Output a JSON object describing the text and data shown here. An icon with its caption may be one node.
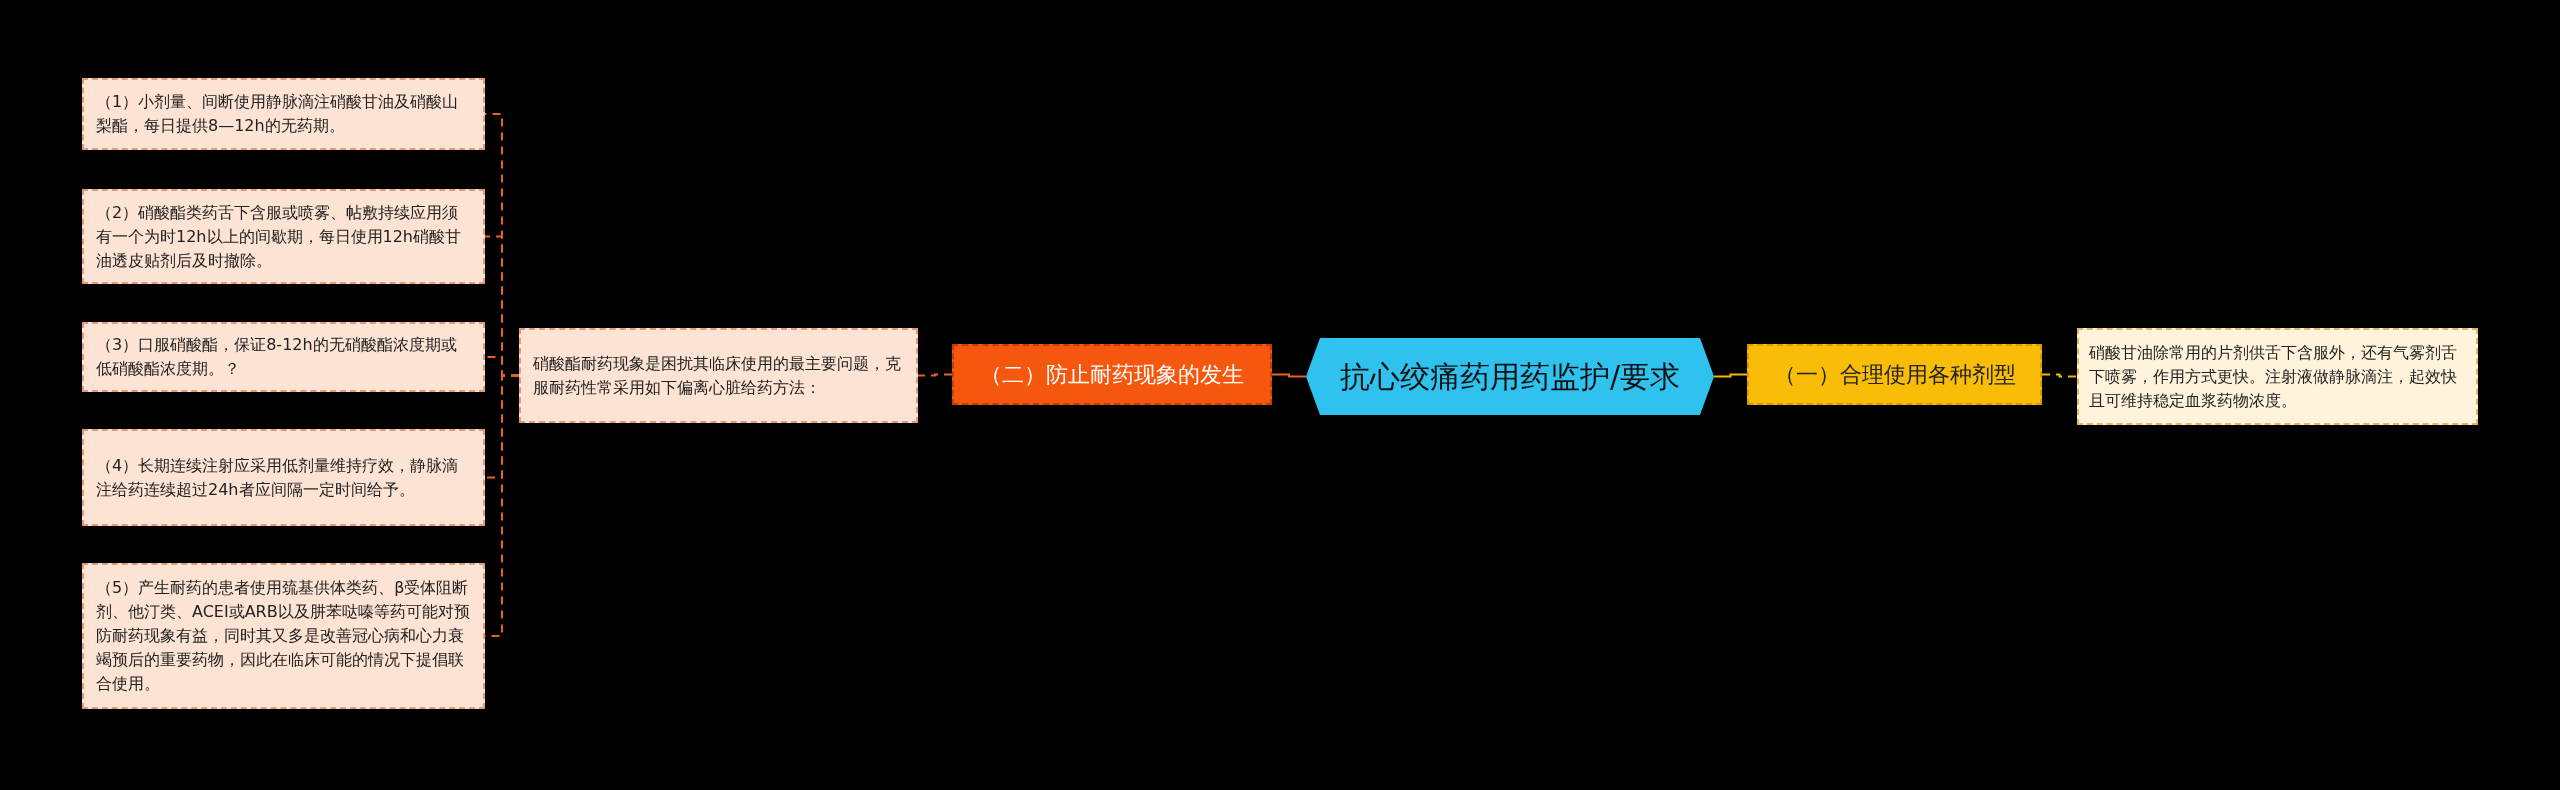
{
  "diagram": {
    "nodes": [
      {
        "text": [
          "抗心绞痛药用药监护/要求"
        ]
      },
      {
        "text": [
          "（一）合理使用各种剂型"
        ]
      },
      {
        "text": [
          "硝酸甘油除常用的片剂供舌下含服外，还有气雾剂舌下喷雾，作用方式更快。注射液做静脉滴注，起效快且可维持稳定血浆药物浓度。"
        ]
      },
      {
        "text": [
          "（二）防止耐药现象的发生"
        ]
      },
      {
        "text": [
          "硝酸酯耐药现象是困扰其临床使用的最主要问题，克服耐药性常采用如下偏离心脏给药方法："
        ]
      },
      {
        "text": [
          "（1）小剂量、间断使用静脉滴注硝酸甘油及硝酸山梨酯，每日提供8—12h的无药期。"
        ]
      },
      {
        "text": [
          "（2）硝酸酯类药舌下含服或喷雾、帖敷持续应用须有一个为时12h以上的间歇期，每日使用12h硝酸甘油透皮贴剂后及时撤除。"
        ]
      },
      {
        "text": [
          "（3）口服硝酸酯，保证8-12h的无硝酸酯浓度期或低硝酸酯浓度期。？"
        ]
      },
      {
        "text": [
          "（4）长期连续注射应采用低剂量维持疗效，静脉滴注给药连续超过24h者应间隔一定时间给予。"
        ]
      },
      {
        "text": [
          "（5）产生耐药的患者使用巯基供体类药、β受体阻断剂、他汀类、ACEI或ARB以及肼苯哒嗪等药可能对预防耐药现象有益，同时其又多是改善冠心病和心力衰竭预后的重要药物，因此在临床可能的情况下提倡联合使用。"
        ]
      }
    ],
    "edges": [
      {
        "from": 0,
        "to": 1,
        "arrow": "none",
        "color": "#f5b800"
      },
      {
        "from": 1,
        "to": 2,
        "arrow": "none",
        "style": "dashed",
        "color": "#f5b800"
      },
      {
        "from": 0,
        "to": 3,
        "arrow": "none"
      },
      {
        "from": 3,
        "to": 4,
        "arrow": "none",
        "style": "dashed"
      },
      {
        "from": 4,
        "to": 5,
        "arrow": "none",
        "style": "dashed"
      },
      {
        "from": 4,
        "to": 6,
        "arrow": "none",
        "style": "dashed"
      },
      {
        "from": 4,
        "to": 7,
        "arrow": "none",
        "style": "dashed"
      },
      {
        "from": 4,
        "to": 8,
        "arrow": "none",
        "style": "dashed"
      },
      {
        "from": 4,
        "to": 9,
        "arrow": "none",
        "style": "dashed"
      }
    ]
  }
}
